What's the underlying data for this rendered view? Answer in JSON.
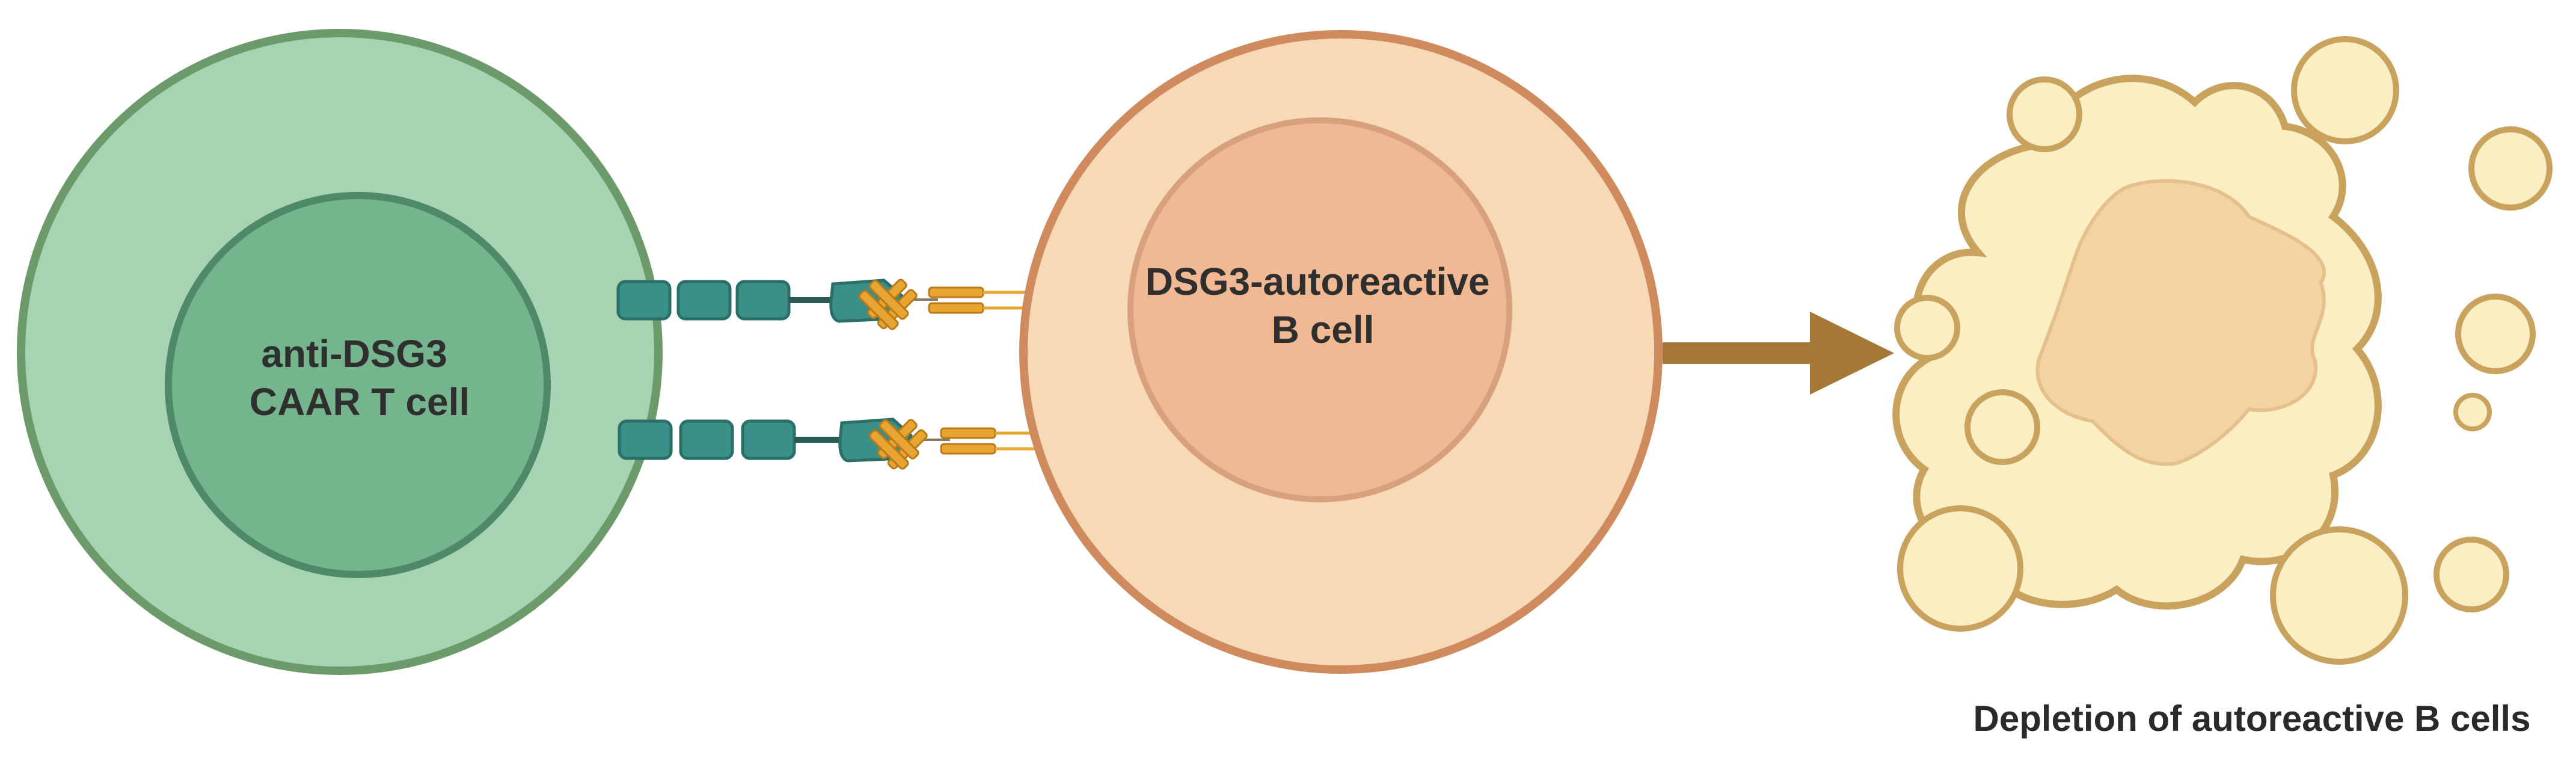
{
  "t_cell": {
    "label_line1": "anti-DSG3",
    "label_line2": "CAAR T cell",
    "outer_fill": "#a8d3b3",
    "outer_stroke": "#6d9a6a",
    "nucleus_fill": "#74b58e",
    "nucleus_stroke": "#4e8a68"
  },
  "b_cell": {
    "label_line1": "DSG3-autoreactive",
    "label_line2": "B cell",
    "outer_fill": "#f8d9b5",
    "outer_stroke": "#cf8a5d",
    "nucleus_fill": "#f0b994",
    "nucleus_stroke": "#d9a07e"
  },
  "receptor": {
    "domain_fill": "#3a8f86",
    "domain_stroke": "#2a6f68",
    "antibody_fill": "#e8a532",
    "antibody_stroke": "#b97a1a"
  },
  "arrow": {
    "color": "#a67838"
  },
  "apoptotic_cell": {
    "fill": "#fbeec3",
    "stroke": "#c9a25e",
    "core_fill": "#f3d3a2"
  },
  "caption": {
    "text": "Depletion of autoreactive B cells"
  }
}
